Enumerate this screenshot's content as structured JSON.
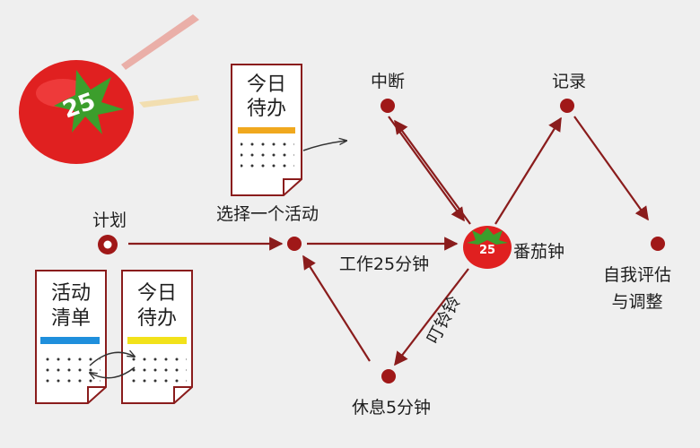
{
  "labels": {
    "plan": "计划",
    "choose": "选择一个活动",
    "work": "工作25分钟",
    "interrupt": "中断",
    "record": "记录",
    "tomato": "番茄钟",
    "evaluate_line1": "自我评估",
    "evaluate_line2": "与调整",
    "ring": "叮铃铃",
    "rest": "休息5分钟"
  },
  "documents": {
    "todo_top": {
      "line1": "今日",
      "line2": "待办"
    },
    "activity_list": {
      "line1": "活动",
      "line2": "清单"
    },
    "todo_bottom": {
      "line1": "今日",
      "line2": "待办"
    }
  },
  "timer_number": "25",
  "small_timer_number": "25",
  "colors": {
    "arrow": "#8a1c1c",
    "node": "#a01818",
    "tomato": "#e02020",
    "leaf": "#3c9e2c",
    "orange_bar": "#f0a81e",
    "blue_bar": "#1f8fdc",
    "yellow_bar": "#f2e21a"
  }
}
